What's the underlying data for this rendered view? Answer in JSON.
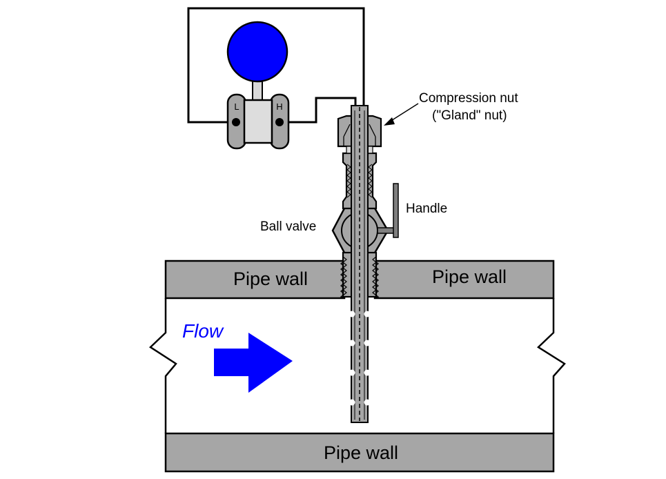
{
  "labels": {
    "pipe_wall_upper_left": "Pipe wall",
    "pipe_wall_upper_right": "Pipe wall",
    "pipe_wall_bottom": "Pipe wall",
    "flow": "Flow",
    "ball_valve": "Ball valve",
    "handle": "Handle",
    "compression_nut_line1": "Compression nut",
    "compression_nut_line2": "(\"Gland\" nut)",
    "low_port": "L",
    "high_port": "H"
  },
  "colors": {
    "flow": "#0000ff",
    "transmitter_dial": "#0000ff",
    "pipe_wall": "#a6a6a6",
    "probe": "#a6a6a6",
    "capsule": "#dddddd",
    "line": "#000000"
  }
}
